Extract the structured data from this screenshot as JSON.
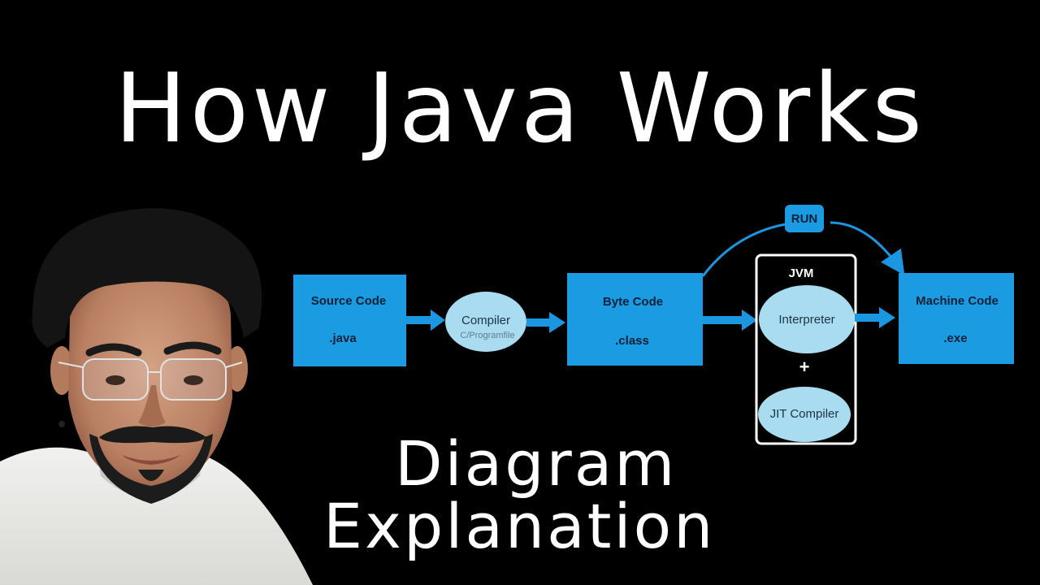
{
  "title": "How Java Works",
  "subtitle": {
    "line1": "Diagram",
    "line2": "Explanation"
  },
  "diagram": {
    "source_code": {
      "title": "Source Code",
      "ext": ".java"
    },
    "compiler": {
      "label": "Compiler",
      "path": "C/Programfile"
    },
    "byte_code": {
      "title": "Byte Code",
      "ext": ".class"
    },
    "run_label": "RUN",
    "jvm": {
      "label": "JVM",
      "interpreter": "Interpreter",
      "plus": "+",
      "jit": "JIT Compiler"
    },
    "machine_code": {
      "title": "Machine Code",
      "ext": ".exe"
    }
  },
  "colors": {
    "background": "#000000",
    "box_blue": "#1b9ce2",
    "node_light_blue": "#a9dcf0",
    "arrow_blue": "#1a97e0",
    "jvm_border": "#ffffff"
  }
}
